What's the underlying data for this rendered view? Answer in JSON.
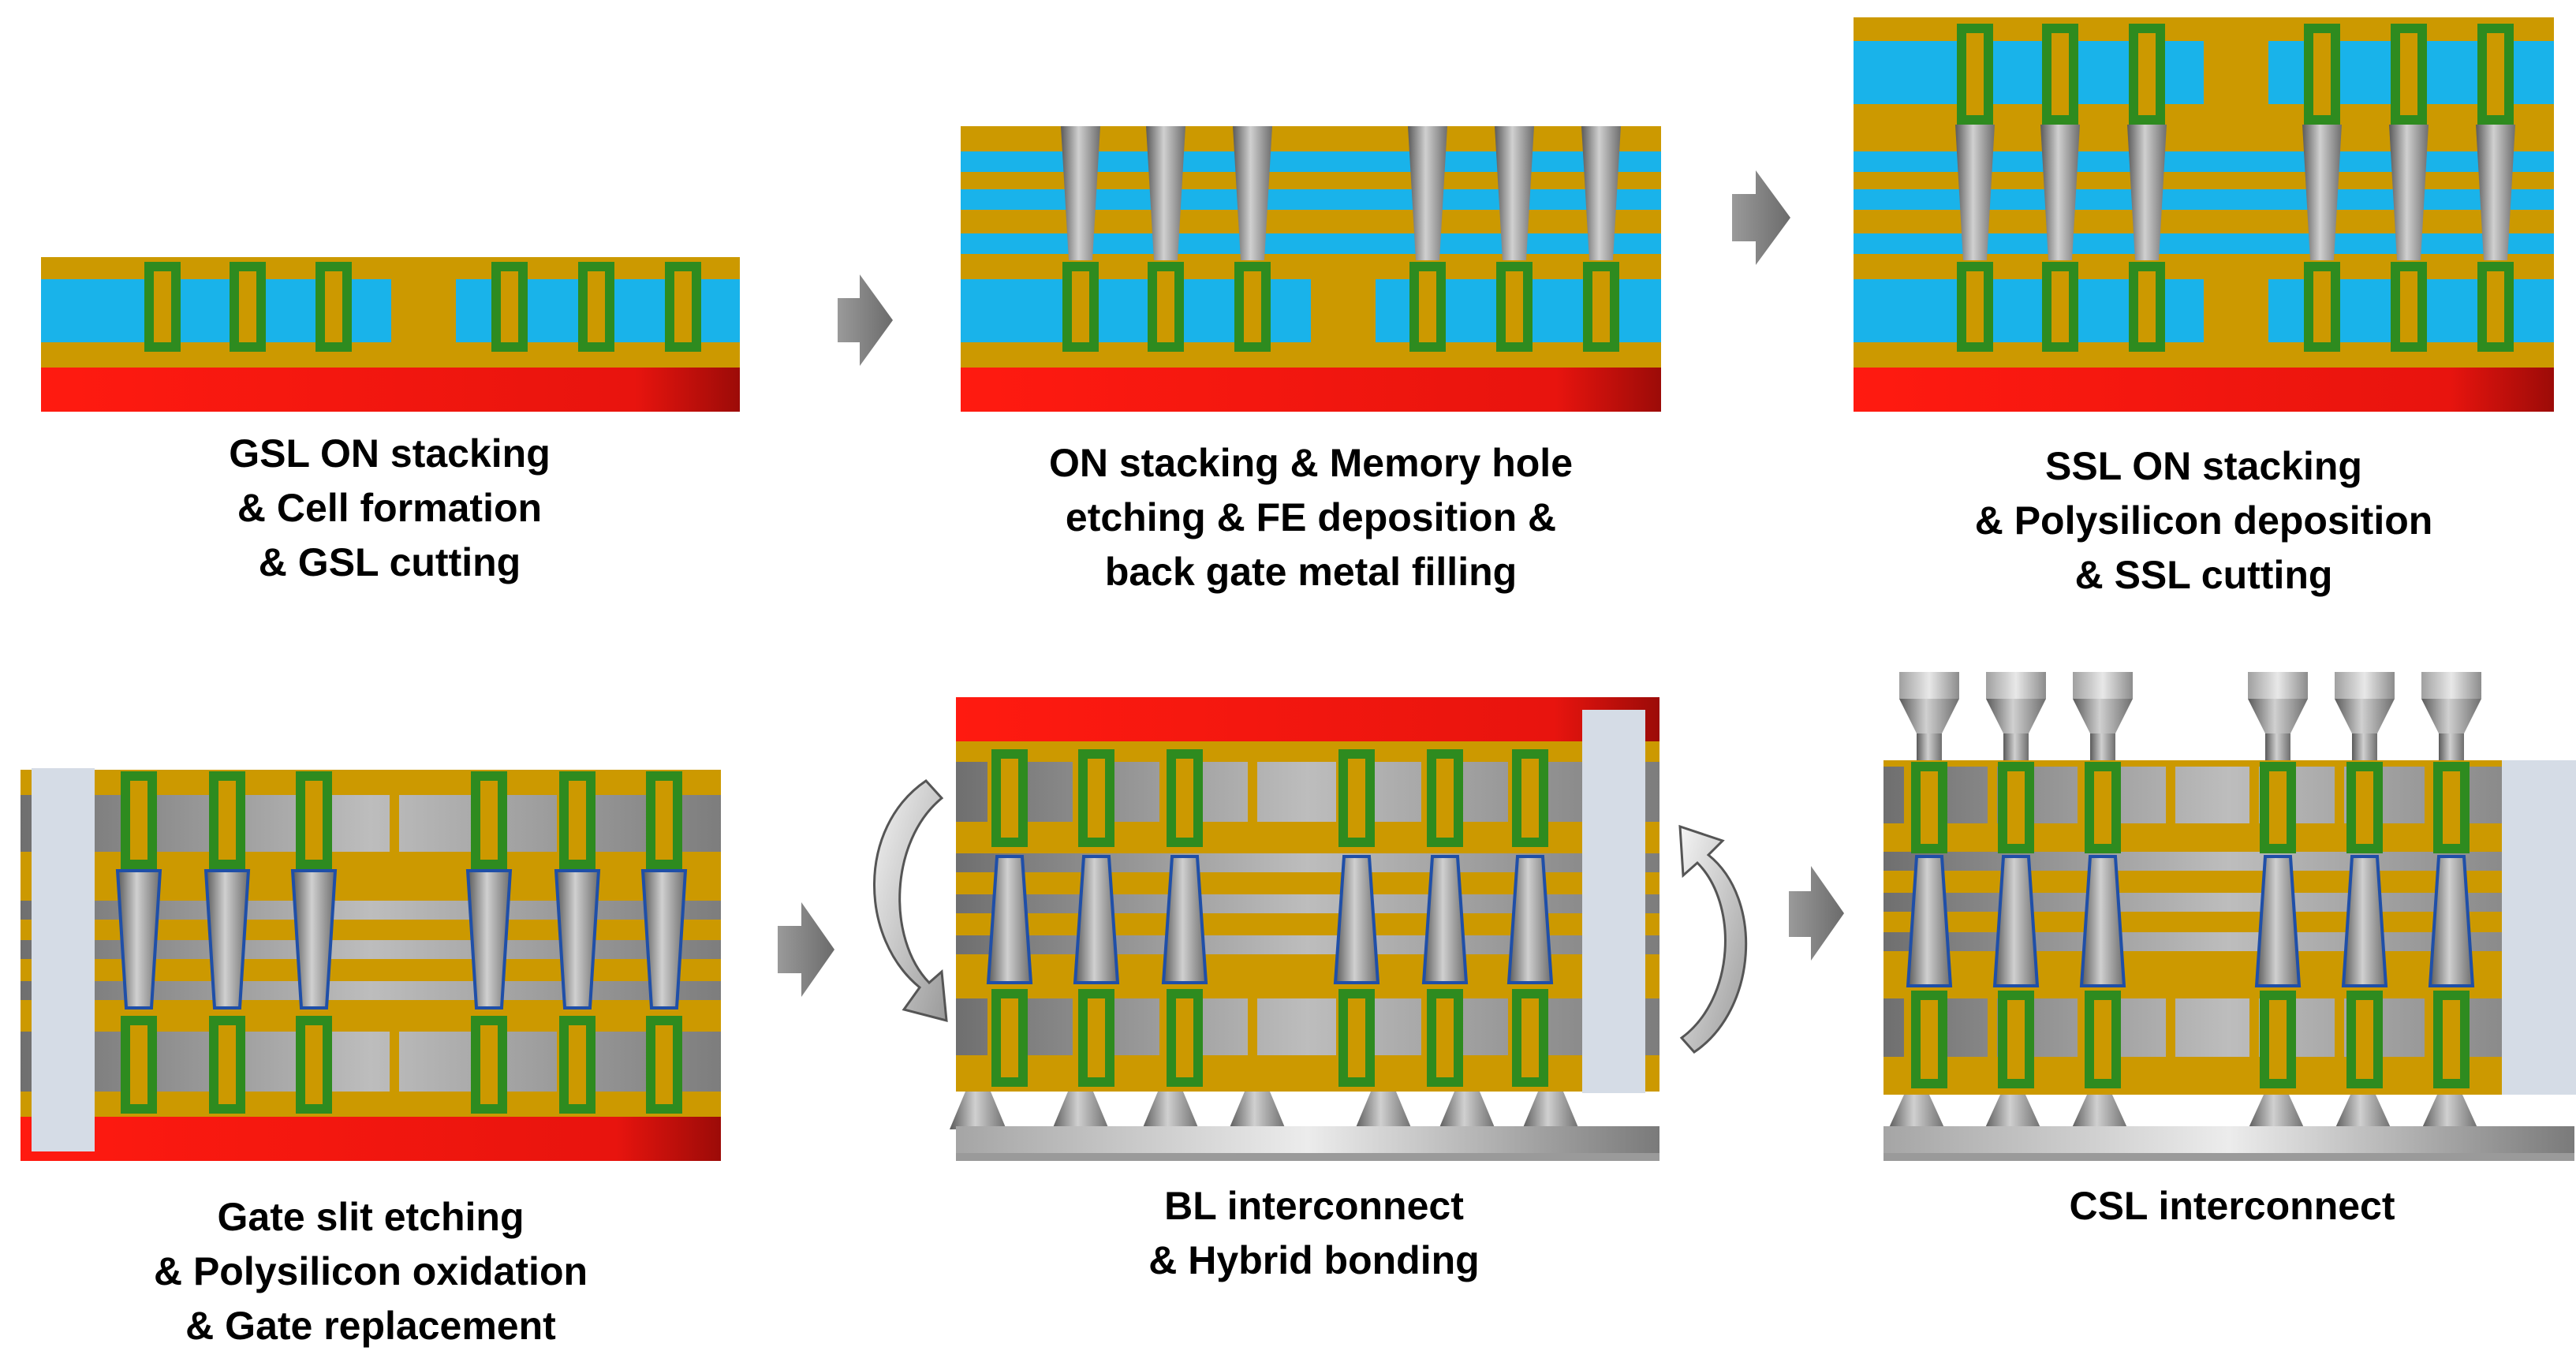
{
  "colors": {
    "oxide": "#cc9900",
    "nitride": "#19b3ea",
    "substrate": "#e8140e",
    "cell_frame": "#2e8b1f",
    "gate_metal": "#8c8c8c",
    "slit": "#d5dce6",
    "fe_liner": "#1f4fa8",
    "arrow": "#8a8a8a"
  },
  "panels": [
    {
      "name": "gsl-stacking-panel",
      "caption": [
        "GSL ON stacking",
        "& Cell formation",
        "& GSL cutting"
      ]
    },
    {
      "name": "on-stacking-panel",
      "caption": [
        "ON stacking & Memory hole",
        "etching & FE deposition &",
        "back gate metal filling"
      ]
    },
    {
      "name": "ssl-stacking-panel",
      "caption": [
        "SSL ON stacking",
        "& Polysilicon deposition",
        "& SSL cutting"
      ]
    },
    {
      "name": "gate-slit-panel",
      "caption": [
        "Gate slit etching",
        "& Polysilicon oxidation",
        "& Gate replacement"
      ]
    },
    {
      "name": "bl-interconnect-panel",
      "caption": [
        "BL interconnect",
        "& Hybrid bonding"
      ]
    },
    {
      "name": "csl-interconnect-panel",
      "caption": [
        "CSL interconnect"
      ]
    }
  ]
}
